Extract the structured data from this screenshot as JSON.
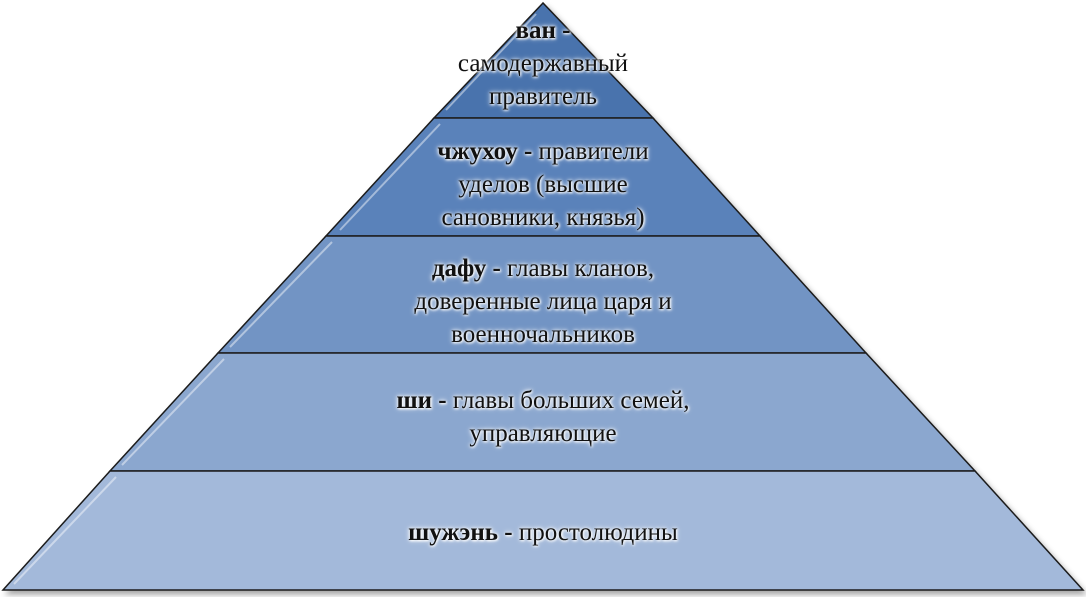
{
  "colors": {
    "tier1": "#4a73ad",
    "tier2": "#5a82ba",
    "tier3": "#7294c4",
    "tier4": "#8ba7cf",
    "tier5": "#a3b9da",
    "outline": "#1a1a1a"
  },
  "tiers": [
    {
      "term": "ван -",
      "line1_rest": "",
      "line2": "самодержавный",
      "line3": "правитель"
    },
    {
      "term": "чжухоу -",
      "line1_rest": " правители",
      "line2": "уделов (высшие",
      "line3": "сановники, князья)"
    },
    {
      "term": "дафу -",
      "line1_rest": " главы кланов,",
      "line2": "доверенные лица царя и",
      "line3": "военночальников"
    },
    {
      "term": "ши -",
      "line1_rest": " главы больших семей,",
      "line2": "управляющие",
      "line3": ""
    },
    {
      "term": "шужэнь -",
      "line1_rest": " простолюдины",
      "line2": "",
      "line3": ""
    }
  ]
}
